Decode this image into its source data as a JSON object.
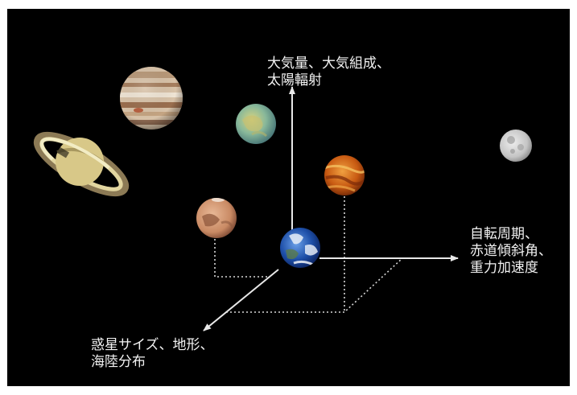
{
  "axes": {
    "vertical": {
      "line1": "大気量、大気組成、",
      "line2": "太陽輻射"
    },
    "horizontal": {
      "line1": "自転周期、",
      "line2": "赤道傾斜角、",
      "line3": "重力加速度"
    },
    "diagonal": {
      "line1": "惑星サイズ、地形、",
      "line2": "海陸分布"
    }
  },
  "bodies": [
    "saturn",
    "jupiter",
    "titan",
    "venus",
    "mars",
    "earth",
    "moon"
  ],
  "colors": {
    "background": "#000000",
    "arrow": "#e8e8e8",
    "dotted": "#d8d8d8",
    "earth_ocean": "#1e4fa8",
    "mars": "#c98a64",
    "venus": "#c85a12",
    "titan": "#7fb0a0",
    "jupiter": "#c9a98a",
    "saturn": "#d8c888",
    "moon": "#c8c8c8"
  }
}
